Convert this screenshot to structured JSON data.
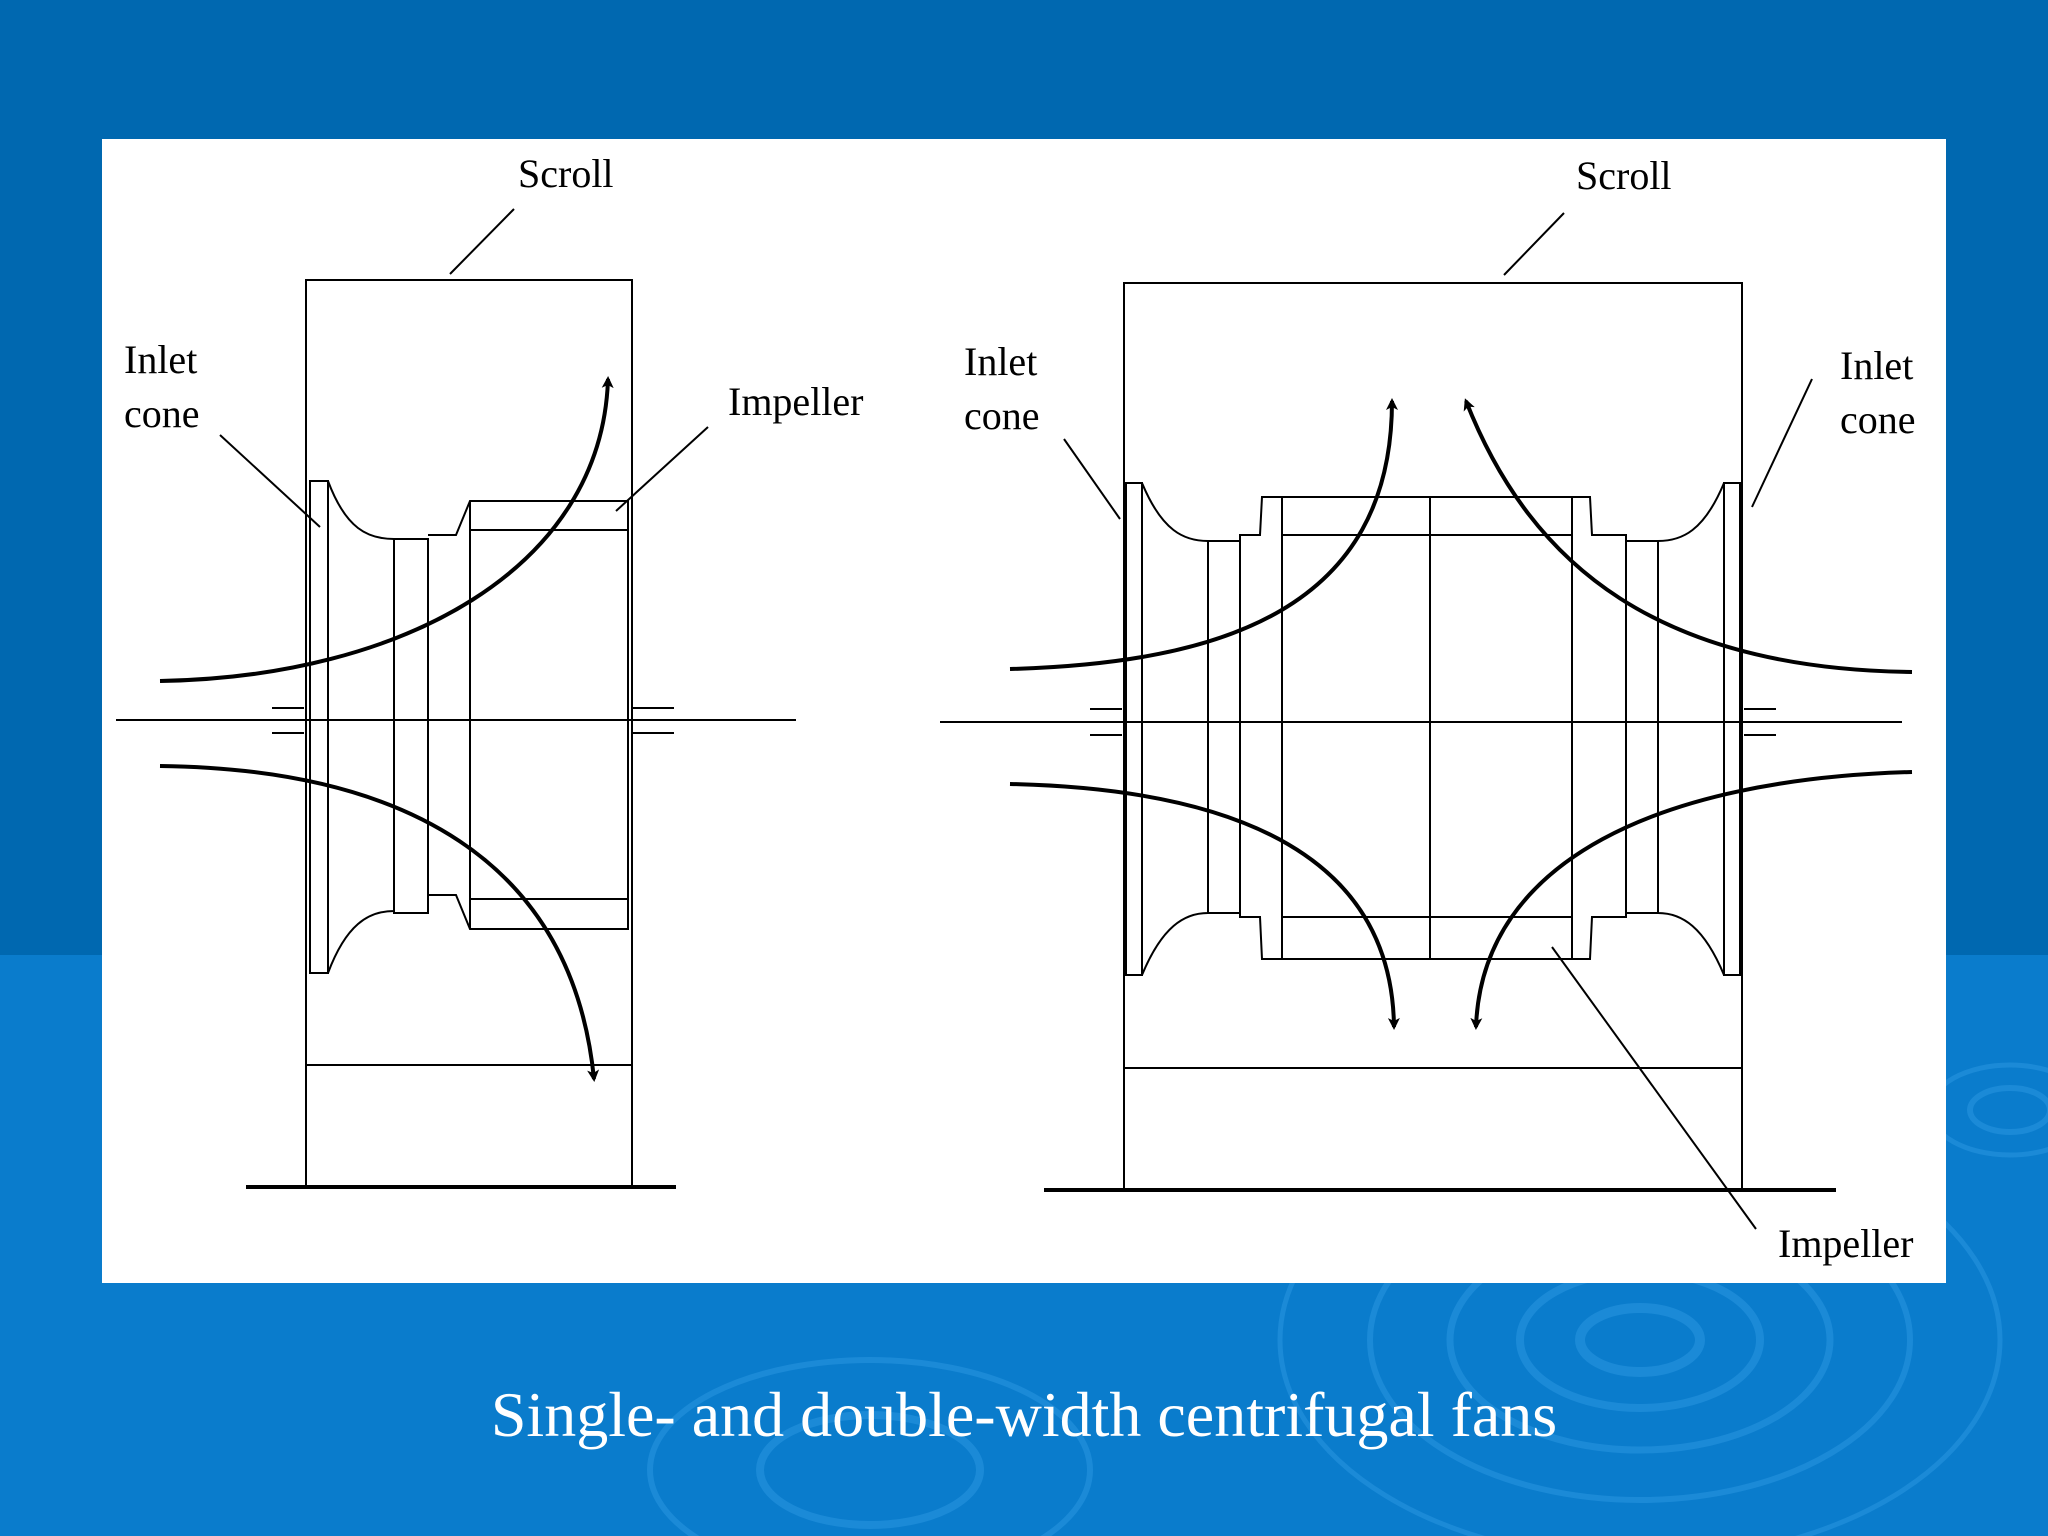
{
  "slide": {
    "caption": "Single- and double-width centrifugal fans",
    "colors": {
      "background": "#0068b0",
      "lower_band": "#0a7ccc",
      "figure": "#ffffff",
      "caption": "#ffffff"
    }
  },
  "diagram": {
    "single": {
      "scroll": "Scroll",
      "inlet_line1": "Inlet",
      "inlet_line2": "cone",
      "impeller": "Impeller"
    },
    "double": {
      "scroll": "Scroll",
      "inlet_left_line1": "Inlet",
      "inlet_left_line2": "cone",
      "inlet_right_line1": "Inlet",
      "inlet_right_line2": "cone",
      "impeller": "Impeller"
    }
  }
}
